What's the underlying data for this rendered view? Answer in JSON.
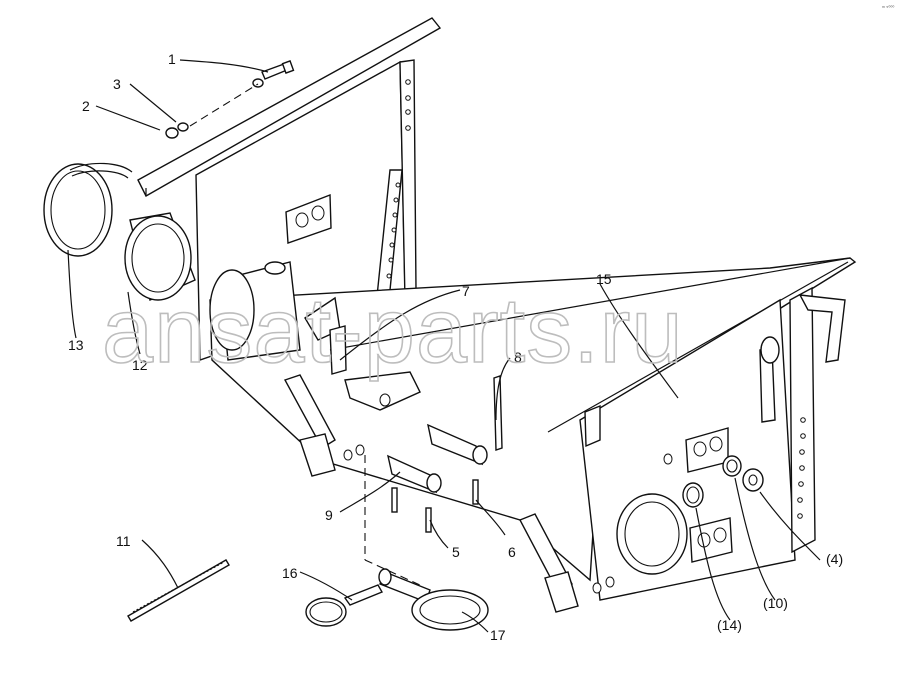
{
  "corner_mark": "ᵐ ⁵⁰⁰⁰",
  "watermark": "ansat-parts.ru",
  "callouts": {
    "c1": "1",
    "c2": "2",
    "c3": "3",
    "c4": "(4)",
    "c5": "5",
    "c6": "6",
    "c7": "7",
    "c8": "8",
    "c9": "9",
    "c10": "(10)",
    "c11": "11",
    "c12": "12",
    "c13": "13",
    "c14": "(14)",
    "c15": "15",
    "c16": "16",
    "c17": "17"
  }
}
